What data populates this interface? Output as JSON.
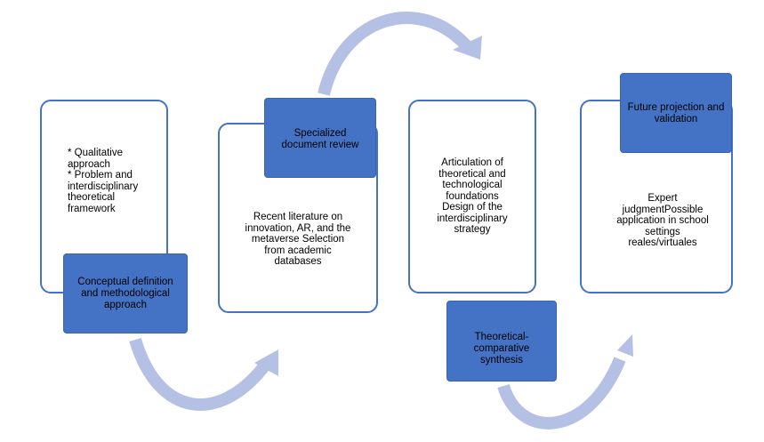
{
  "colors": {
    "box_border": "#4472c4",
    "label_fill": "#4472c4",
    "arrow": "#b4c0e4"
  },
  "stages": [
    {
      "content": "* Qualitative\napproach\n* Problem and\ninterdisciplinary\ntheoretical\nframework",
      "label": "Conceptual definition and methodological approach"
    },
    {
      "content": "Recent literature  on\ninnovation, AR, and the\nmetaverse Selection\nfrom academic\ndatabases",
      "label": "Specialized document review"
    },
    {
      "content": "Articulation  of\ntheoretical and\ntechnological\nfoundations\nDesign of the\ninterdisciplinary\nstrategy",
      "label": "Theoretical-comparative synthesis"
    },
    {
      "content": "Expert\njudgmentPossible\napplication  in school\nsettings\nreales/virtuales",
      "label": "Future projection and validation"
    }
  ]
}
